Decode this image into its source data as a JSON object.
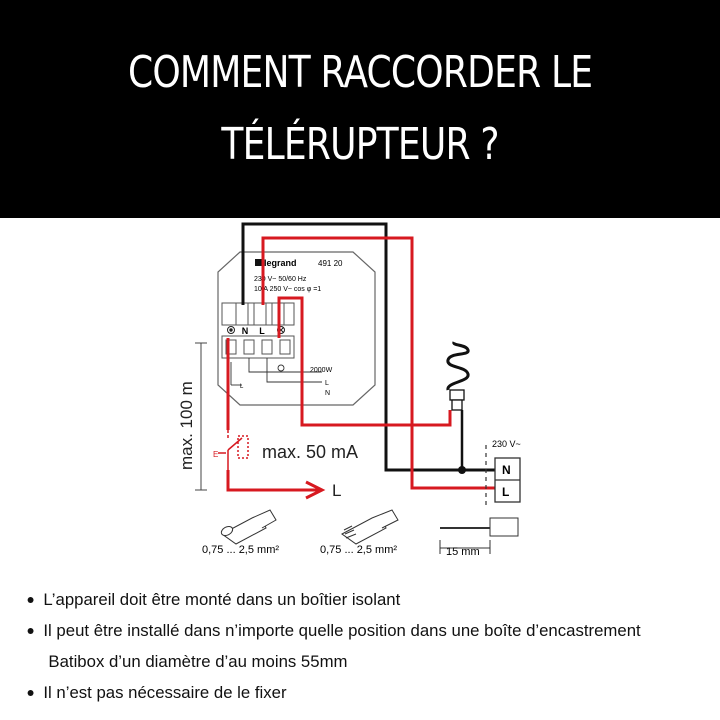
{
  "header": {
    "title_line1": "COMMENT RACCORDER LE",
    "title_line2": "TÉLÉRUPTEUR ?"
  },
  "diagram": {
    "brand": "legrand",
    "model": "491 20",
    "spec_voltage": "230 V~ 50/60 Hz",
    "spec_current": "10 A 250 V~ cos φ =1",
    "terminal_n": "N",
    "terminal_l": "L",
    "lamp_power": "2000W",
    "out_l": "L",
    "out_n": "N",
    "pushbutton_current": "max. 50 mA",
    "pushbutton_l": "L",
    "max_length": "max. 100 m",
    "supply_voltage": "230 V~",
    "supply_n": "N",
    "supply_l": "L",
    "wire_section_1": "0,75 ... 2,5 mm²",
    "wire_section_2": "0,75 ... 2,5 mm²",
    "strip_length": "15 mm",
    "colors": {
      "red_wire": "#d71920",
      "black_wire": "#111111"
    }
  },
  "bullets": {
    "item1": "L’appareil doit être monté dans un boîtier isolant",
    "item2_line1": "Il peut être installé dans n’importe quelle position dans une boîte d’encastrement",
    "item2_line2": "Batibox d’un diamètre d’au moins 55mm",
    "item3": "Il n’est pas nécessaire de le fixer"
  }
}
